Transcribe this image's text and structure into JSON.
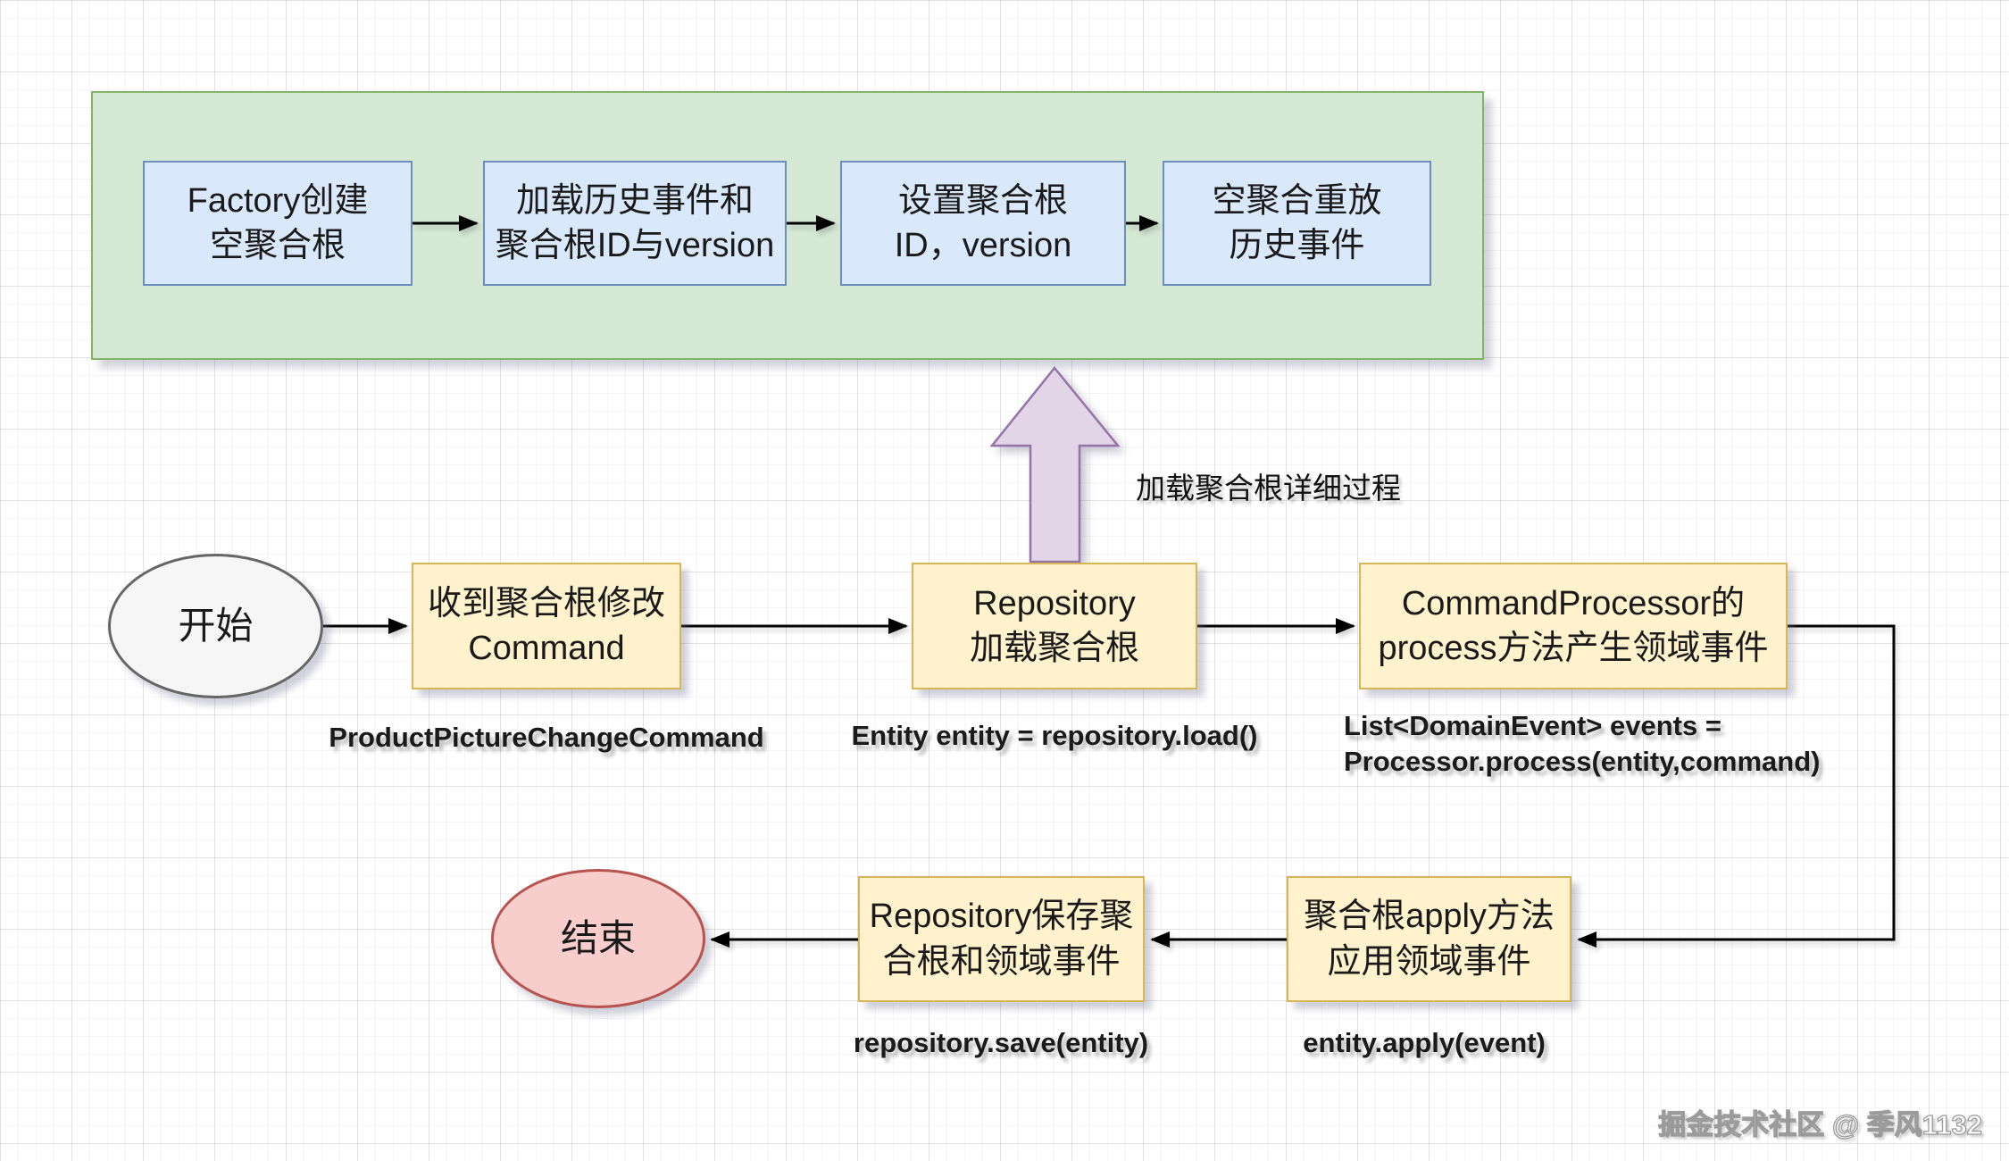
{
  "diagram": {
    "title_context": "event-sourcing aggregate flowchart",
    "colors": {
      "green_fill": "#d5e8d4",
      "green_border": "#82b366",
      "blue_fill": "#dae8fc",
      "blue_border": "#6c8ebf",
      "yellow_fill": "#fff2cc",
      "yellow_border": "#d6b656",
      "red_fill": "#f8cecc",
      "red_border": "#b85450",
      "purple_fill": "#e1d5e7",
      "purple_border": "#9673a6",
      "start_fill": "#f6f6f6",
      "start_border": "#666666",
      "connector": "#000000"
    },
    "top_process": {
      "steps": [
        {
          "label": "Factory创建\n空聚合根"
        },
        {
          "label": "加载历史事件和\n聚合根ID与version"
        },
        {
          "label": "设置聚合根\nID，version"
        },
        {
          "label": "空聚合重放\n历史事件"
        }
      ]
    },
    "callout": {
      "label": "加载聚合根详细过程"
    },
    "main_flow": {
      "start": {
        "label": "开始"
      },
      "steps": [
        {
          "label": "收到聚合根修改\nCommand",
          "annotation": "ProductPictureChangeCommand"
        },
        {
          "label": "Repository\n加载聚合根",
          "annotation": "Entity entity = repository.load()"
        },
        {
          "label": "CommandProcessor的\nprocess方法产生领域事件",
          "annotation": "List<DomainEvent> events =\nProcessor.process(entity,command)"
        }
      ]
    },
    "bottom_flow": {
      "steps": [
        {
          "label": "聚合根apply方法\n应用领域事件",
          "annotation": "entity.apply(event)"
        },
        {
          "label": "Repository保存聚\n合根和领域事件",
          "annotation": "repository.save(entity)"
        }
      ],
      "end": {
        "label": "结束"
      }
    },
    "watermark": "掘金技术社区 @ 季风1132"
  }
}
